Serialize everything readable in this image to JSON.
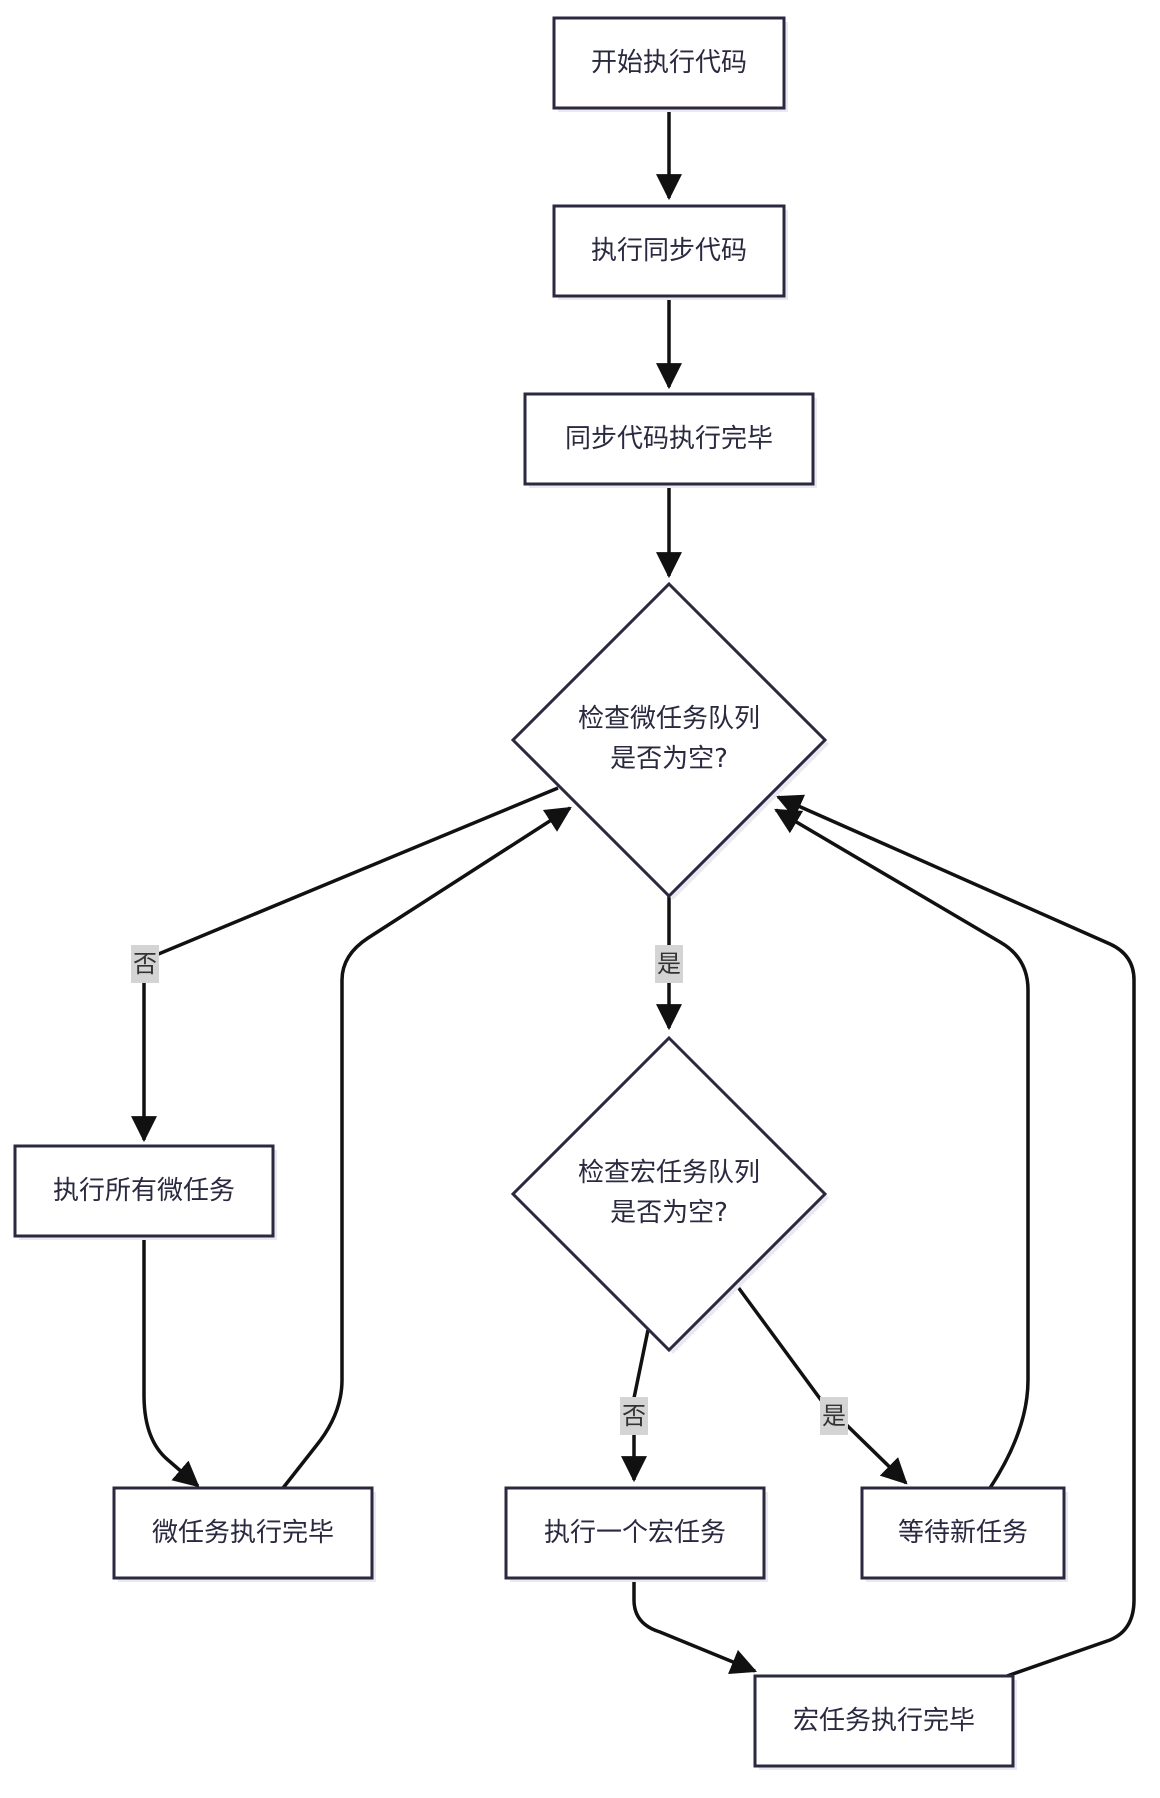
{
  "nodes": {
    "start": "开始执行代码",
    "run_sync": "执行同步代码",
    "sync_done": "同步代码执行完毕",
    "check_micro": [
      "检查微任务队列",
      "是否为空?"
    ],
    "run_micro": "执行所有微任务",
    "micro_done": "微任务执行完毕",
    "check_macro": [
      "检查宏任务队列",
      "是否为空?"
    ],
    "run_macro": "执行一个宏任务",
    "wait": "等待新任务",
    "macro_done": "宏任务执行完毕"
  },
  "edge_labels": {
    "micro_no": "否",
    "micro_yes": "是",
    "macro_no": "否",
    "macro_yes": "是"
  }
}
